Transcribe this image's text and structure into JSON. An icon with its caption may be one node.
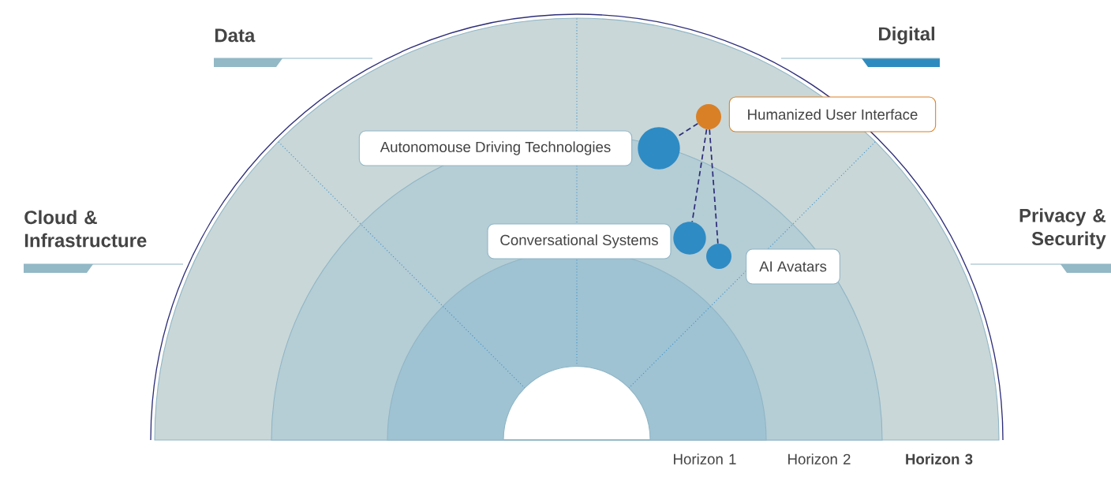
{
  "diagram": {
    "nodes": [
      {
        "text": [
          "Autonomouse Driving Technologies"
        ]
      },
      {
        "text": [],
        "shape": "circle"
      },
      {
        "text": [],
        "shape": "circle"
      },
      {
        "text": [
          "Humanized User Interface"
        ]
      },
      {
        "text": [
          "Conversational Systems"
        ]
      },
      {
        "text": [],
        "shape": "circle"
      },
      {
        "text": [],
        "shape": "circle"
      },
      {
        "text": [
          "AI Avatars"
        ]
      },
      {
        "text": [],
        "shape": "semicircle"
      }
    ],
    "edges": [
      {
        "from": 2,
        "to": 1,
        "arrow": "none",
        "style": "dashed"
      },
      {
        "from": 2,
        "to": 5,
        "arrow": "none",
        "style": "dashed"
      },
      {
        "from": 2,
        "to": 6,
        "arrow": "none",
        "style": "dashed"
      }
    ],
    "labels": [
      "Data",
      "Digital",
      "Cloud & Infrastructure",
      "Privacy & Security",
      "Horizon 1",
      "Horizon 2",
      "Horizon 3"
    ]
  }
}
